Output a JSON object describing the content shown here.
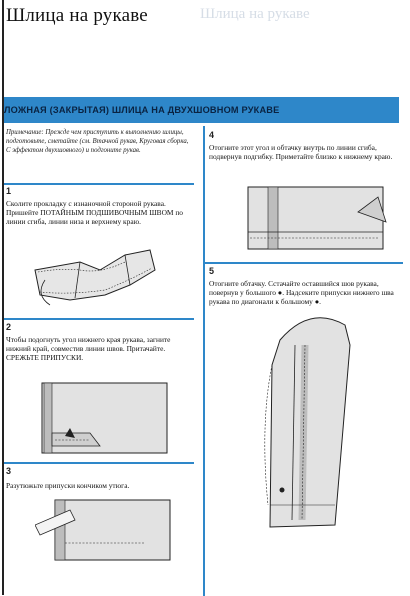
{
  "header": {
    "title": "Шлица на рукаве",
    "ghost_text": "Шлица на рукаве"
  },
  "section": {
    "title": "ЛОЖНАЯ (ЗАКРЫТАЯ) ШЛИЦА НА ДВУХШОВНОМ РУКАВЕ"
  },
  "note": {
    "label": "Примечание:",
    "text": "Прежде чем приступить к выполнению шлицы, подготовьте, сметайте (см. Втачной рукав, Круговая сборка, С эффектом двухшовного) и подгоните рукав."
  },
  "steps": [
    {
      "num": "1",
      "text": "Сколите прокладку с изнаночной стороной рукава. Пришейте ПОТАЙНЫМ ПОДШИВОЧНЫМ ШВОМ по линии сгиба, линии низа и верхнему краю."
    },
    {
      "num": "2",
      "text": "Чтобы подогнуть угол нижнего края рукава, загните нижний край, совместив линии швов. Притачайте. СРЕЖЬТЕ ПРИПУСКИ."
    },
    {
      "num": "3",
      "text": "Разутюжьте припуски кончиком утюга."
    },
    {
      "num": "4",
      "text": "Отогните этот угол и обтачку внутрь по линии сгиба, подвернув подгибку. Приметайте близко к нижнему краю."
    },
    {
      "num": "5",
      "text": "Отогните обтачку. Сстачайте оставшийся шов рукава, повернув у большого ●. Надсеките припуски нижнего шва рукава по диагонали к большому ●."
    }
  ],
  "colors": {
    "accent": "#2e87c9",
    "banner_text": "#0a2342",
    "fabric": "#d9d9d9"
  }
}
